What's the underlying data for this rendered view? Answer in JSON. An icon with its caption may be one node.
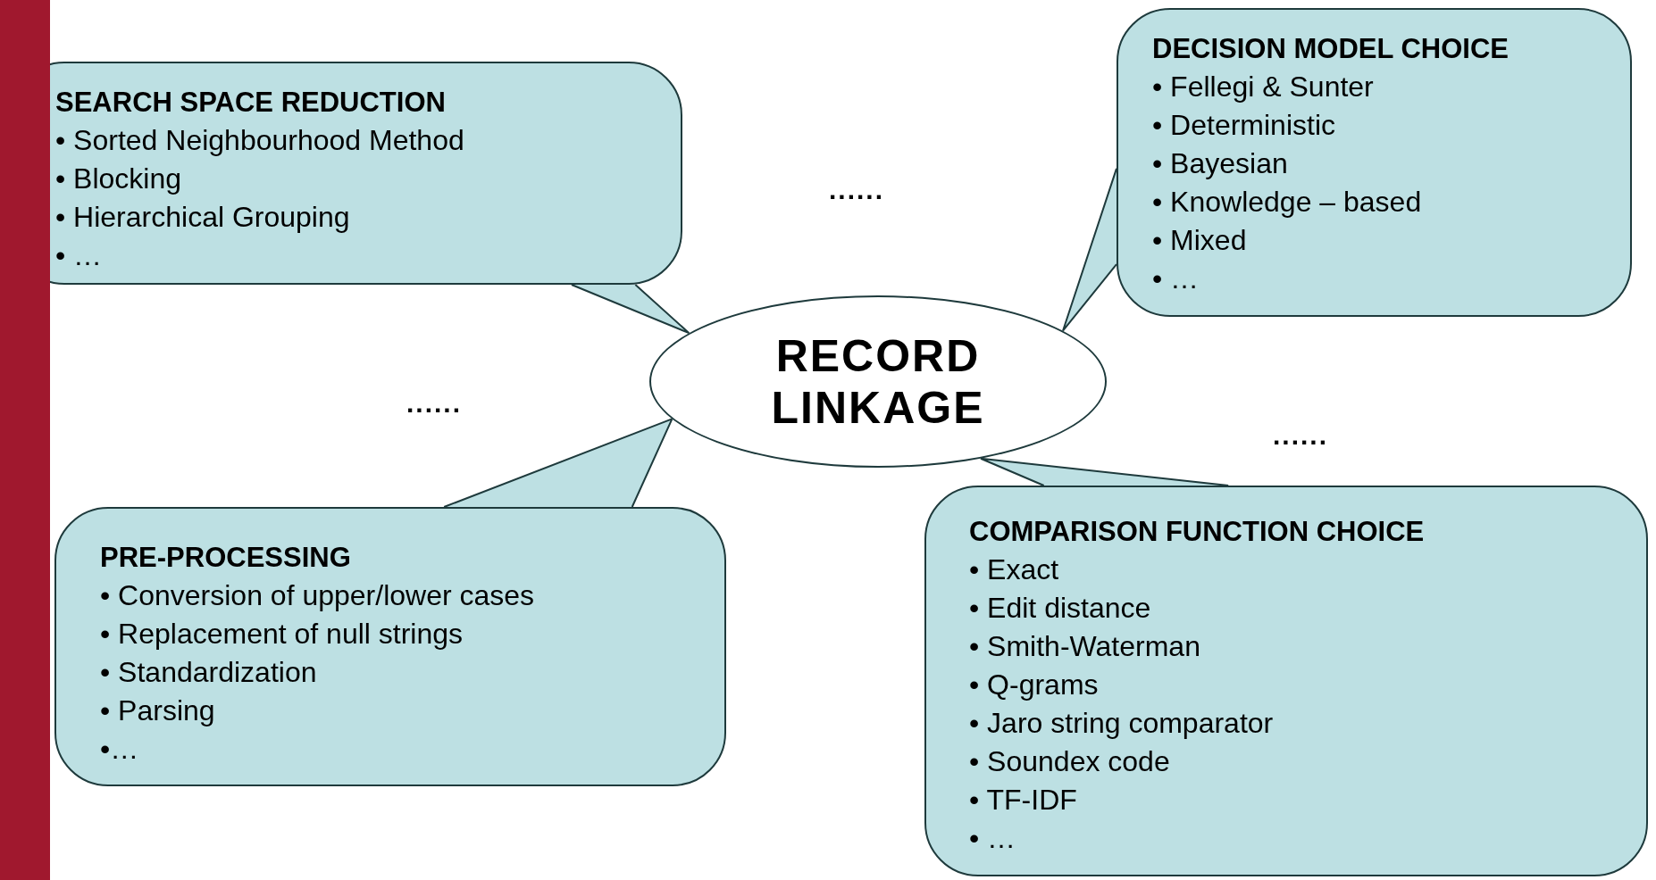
{
  "diagram": {
    "nodes": [
      {
        "text": [
          "SEARCH SPACE REDUCTION",
          "• Sorted Neighbourhood Method",
          "• Blocking",
          "• Hierarchical Grouping",
          "• …"
        ]
      },
      {
        "text": [
          "DECISION MODEL CHOICE",
          "• Fellegi & Sunter",
          "• Deterministic",
          "• Bayesian",
          "• Knowledge – based",
          "• Mixed",
          "• …"
        ]
      },
      {
        "text": [
          "RECORD LINKAGE"
        ]
      },
      {
        "text": [
          "PRE-PROCESSING",
          "• Conversion of upper/lower cases",
          "• Replacement of null strings",
          "• Standardization",
          "• Parsing",
          "•…"
        ]
      },
      {
        "text": [
          "COMPARISON FUNCTION CHOICE",
          "• Exact",
          "• Edit distance",
          "• Smith-Waterman",
          "• Q-grams",
          "• Jaro string comparator",
          "• Soundex code",
          "• TF-IDF",
          "• …"
        ]
      },
      {
        "text": [],
        "shape": "bar"
      }
    ],
    "edges": [
      {
        "from": 0,
        "to": 2,
        "arrow": "none"
      },
      {
        "from": 1,
        "to": 2,
        "arrow": "none"
      },
      {
        "from": 3,
        "to": 2,
        "arrow": "none"
      },
      {
        "from": 4,
        "to": 2,
        "arrow": "none"
      }
    ],
    "labels": [
      "......",
      "......",
      "......"
    ]
  }
}
